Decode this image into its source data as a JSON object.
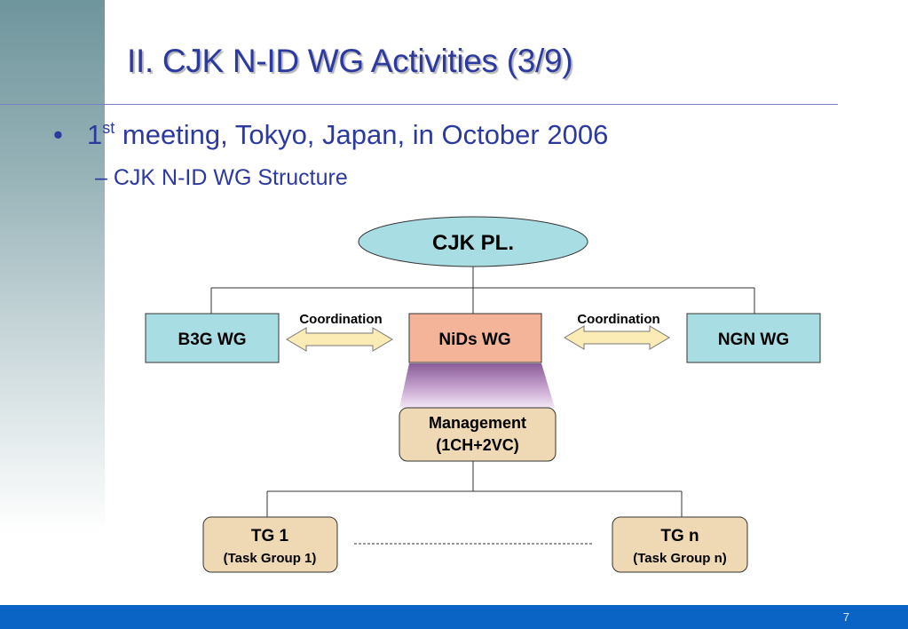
{
  "slide": {
    "title": "II. CJK N-ID WG Activities (3/9)",
    "bullet": {
      "marker": "•",
      "ordinal_num": "1",
      "ordinal_suffix": "st",
      "text": " meeting, Tokyo, Japan, in October 2006"
    },
    "sub_bullet": "– CJK N-ID WG Structure",
    "page_number": "7"
  },
  "diagram": {
    "root": {
      "label": "CJK PL.",
      "fill": "#a8dde4"
    },
    "left_wg": {
      "label": "B3G WG",
      "fill": "#a8dde4"
    },
    "center_wg": {
      "label": "NiDs WG",
      "fill": "#f4b49a"
    },
    "right_wg": {
      "label": "NGN WG",
      "fill": "#a8dde4"
    },
    "left_link": {
      "label": "Coordination"
    },
    "right_link": {
      "label": "Coordination"
    },
    "management": {
      "line1": "Management",
      "line2": "(1CH+2VC)",
      "fill": "#efd9b5"
    },
    "task_groups": [
      {
        "line1": "TG 1",
        "line2": "(Task Group 1)"
      },
      {
        "line1": "TG n",
        "line2": "(Task Group n)"
      }
    ],
    "colors": {
      "arrow_fill": "#fbecb6",
      "funnel": "#a97bb4",
      "line": "#333333"
    }
  }
}
